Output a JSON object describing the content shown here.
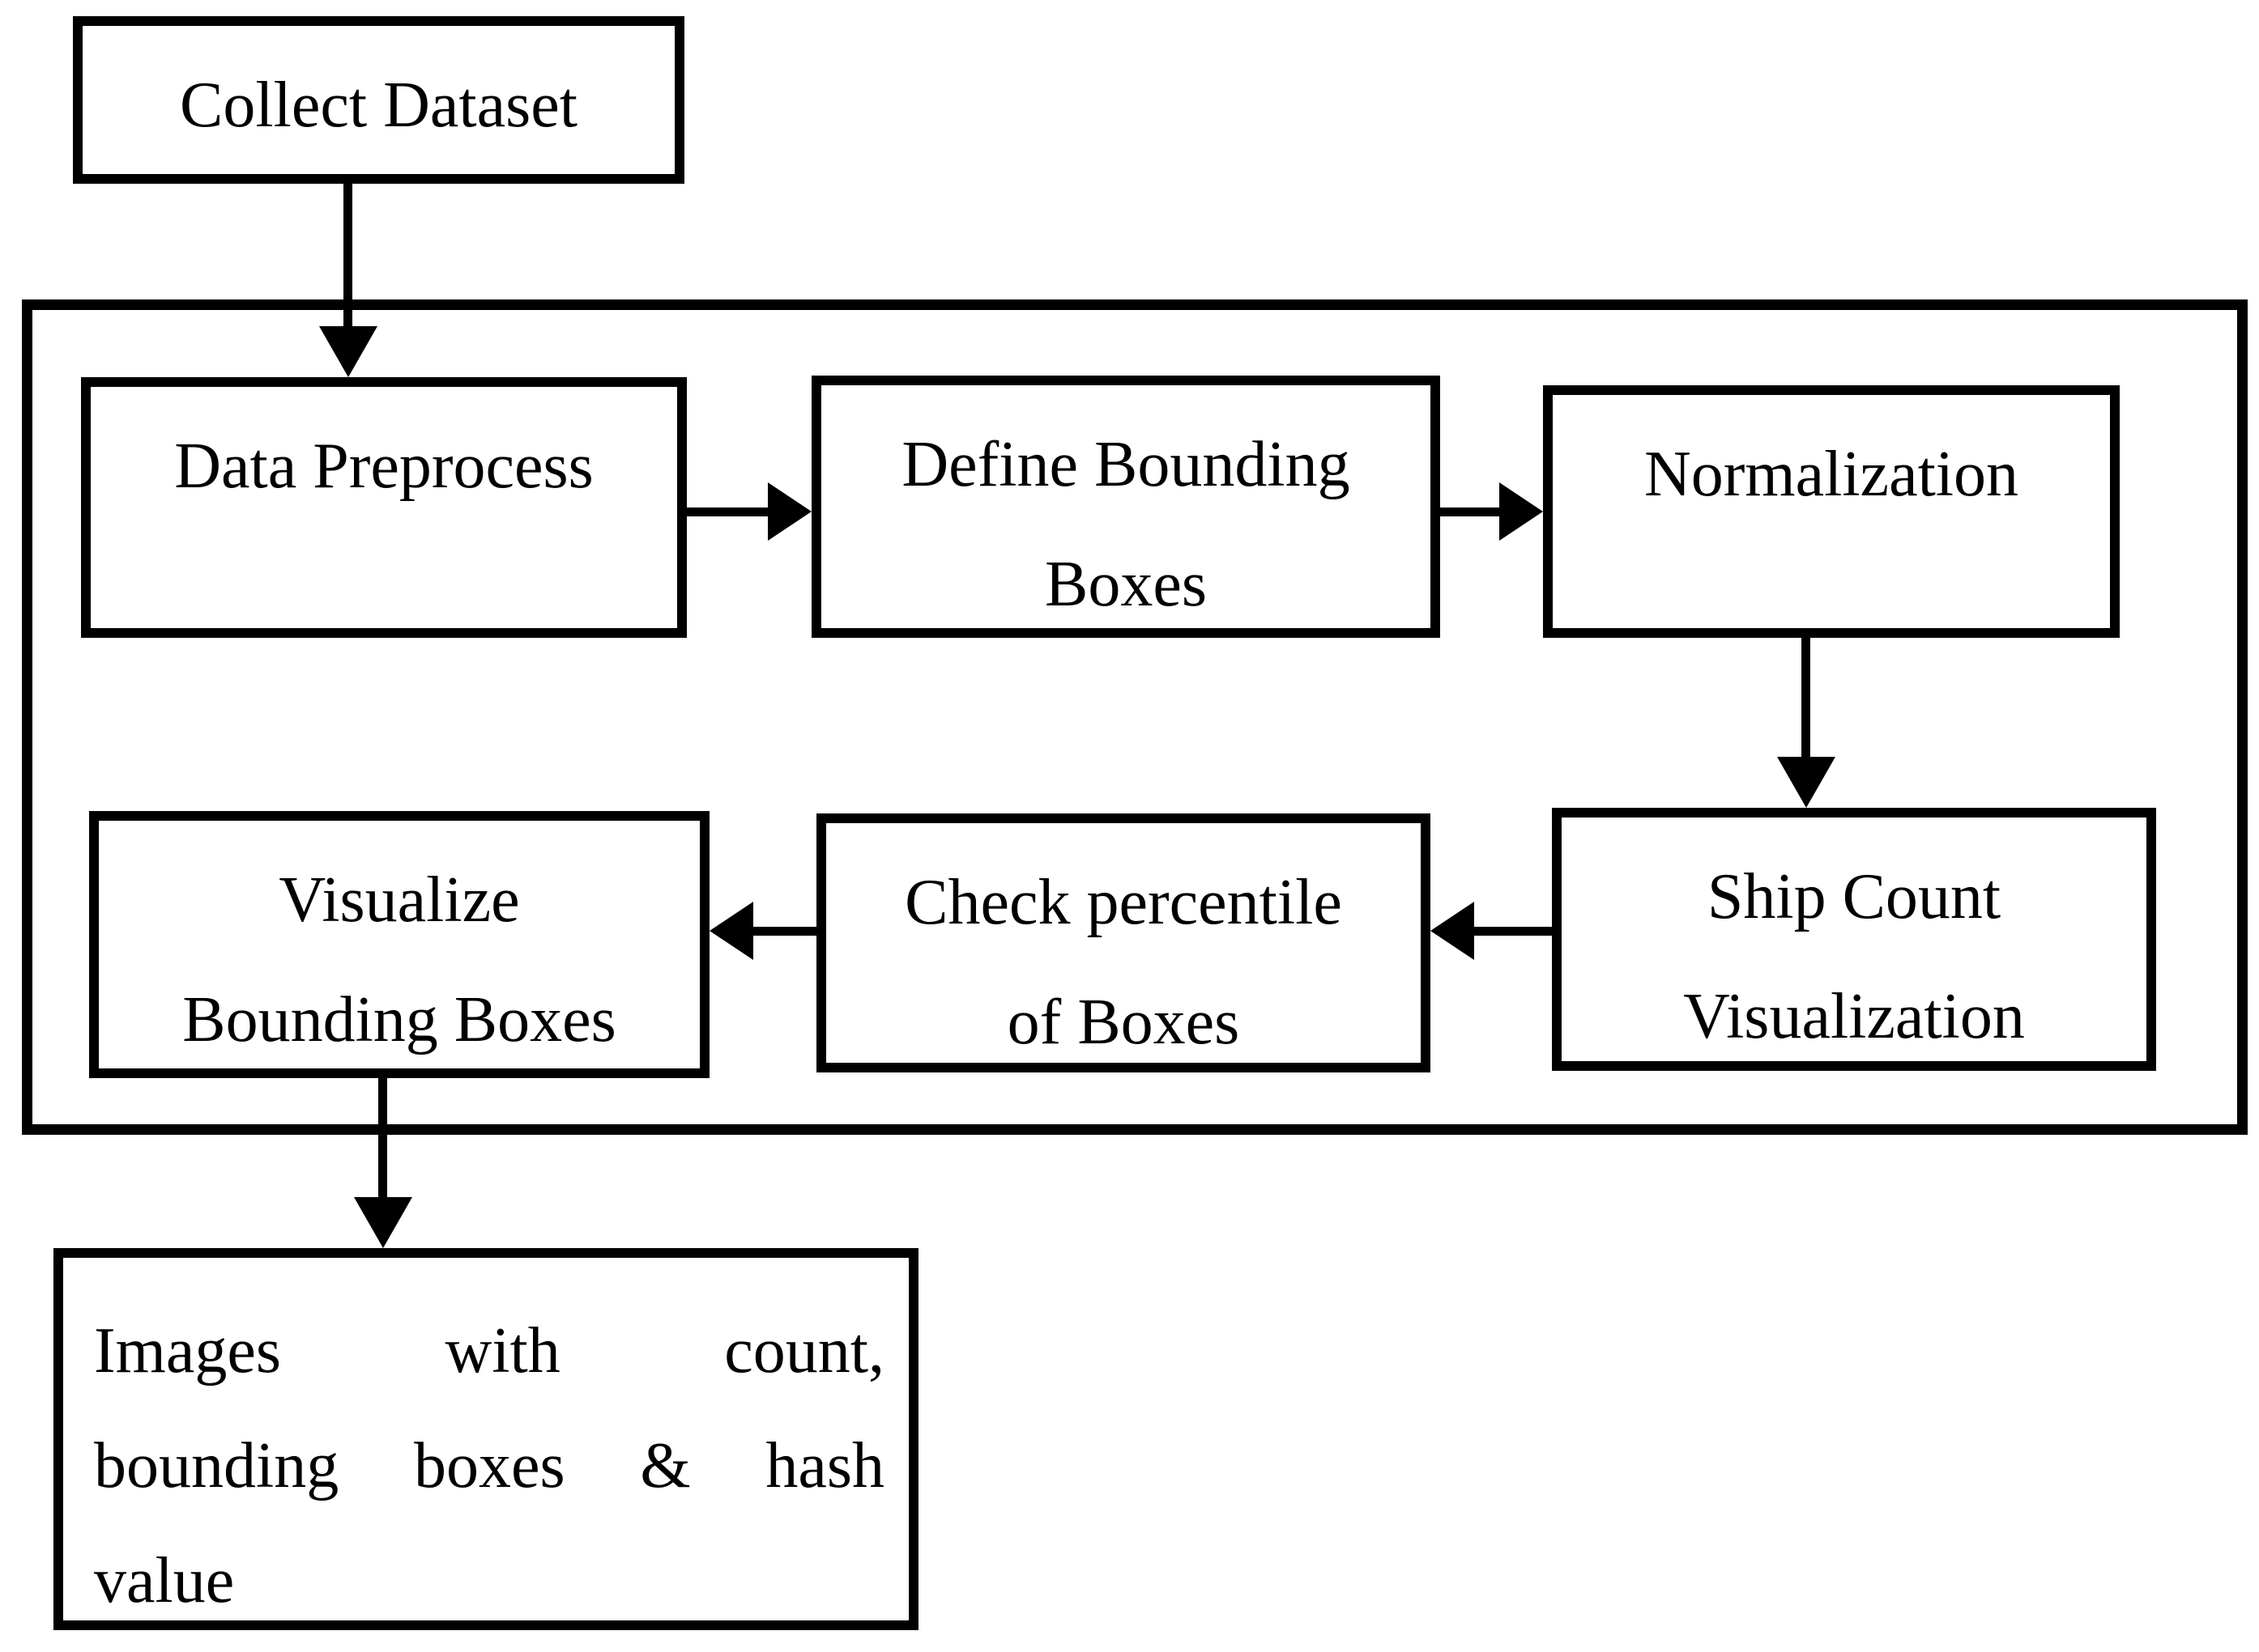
{
  "diagram": {
    "title": "Ship dataset preprocessing flowchart",
    "colors": {
      "stroke": "#000000",
      "background": "#ffffff",
      "text": "#000000"
    },
    "nodes": {
      "collect_dataset": {
        "lines": [
          "Collect Dataset"
        ]
      },
      "data_preprocess": {
        "lines": [
          "Data Preprocess"
        ]
      },
      "define_bounding_boxes": {
        "lines": [
          "Define Bounding",
          "Boxes"
        ]
      },
      "normalization": {
        "lines": [
          "Normalization"
        ]
      },
      "ship_count_visualization": {
        "lines": [
          "Ship Count",
          "Visualization"
        ]
      },
      "check_percentile": {
        "lines": [
          "Check percentile",
          "of Boxes"
        ]
      },
      "visualize_bounding_boxes": {
        "lines": [
          "Visualize",
          "Bounding Boxes"
        ]
      },
      "output_images": {
        "lines": [
          "Images with count,",
          "bounding boxes & hash",
          "value"
        ]
      }
    },
    "edges": [
      {
        "from": "collect_dataset",
        "to": "data_preprocess",
        "direction": "down"
      },
      {
        "from": "data_preprocess",
        "to": "define_bounding_boxes",
        "direction": "right"
      },
      {
        "from": "define_bounding_boxes",
        "to": "normalization",
        "direction": "right"
      },
      {
        "from": "normalization",
        "to": "ship_count_visualization",
        "direction": "down"
      },
      {
        "from": "ship_count_visualization",
        "to": "check_percentile",
        "direction": "left"
      },
      {
        "from": "check_percentile",
        "to": "visualize_bounding_boxes",
        "direction": "left"
      },
      {
        "from": "visualize_bounding_boxes",
        "to": "output_images",
        "direction": "down"
      }
    ]
  }
}
